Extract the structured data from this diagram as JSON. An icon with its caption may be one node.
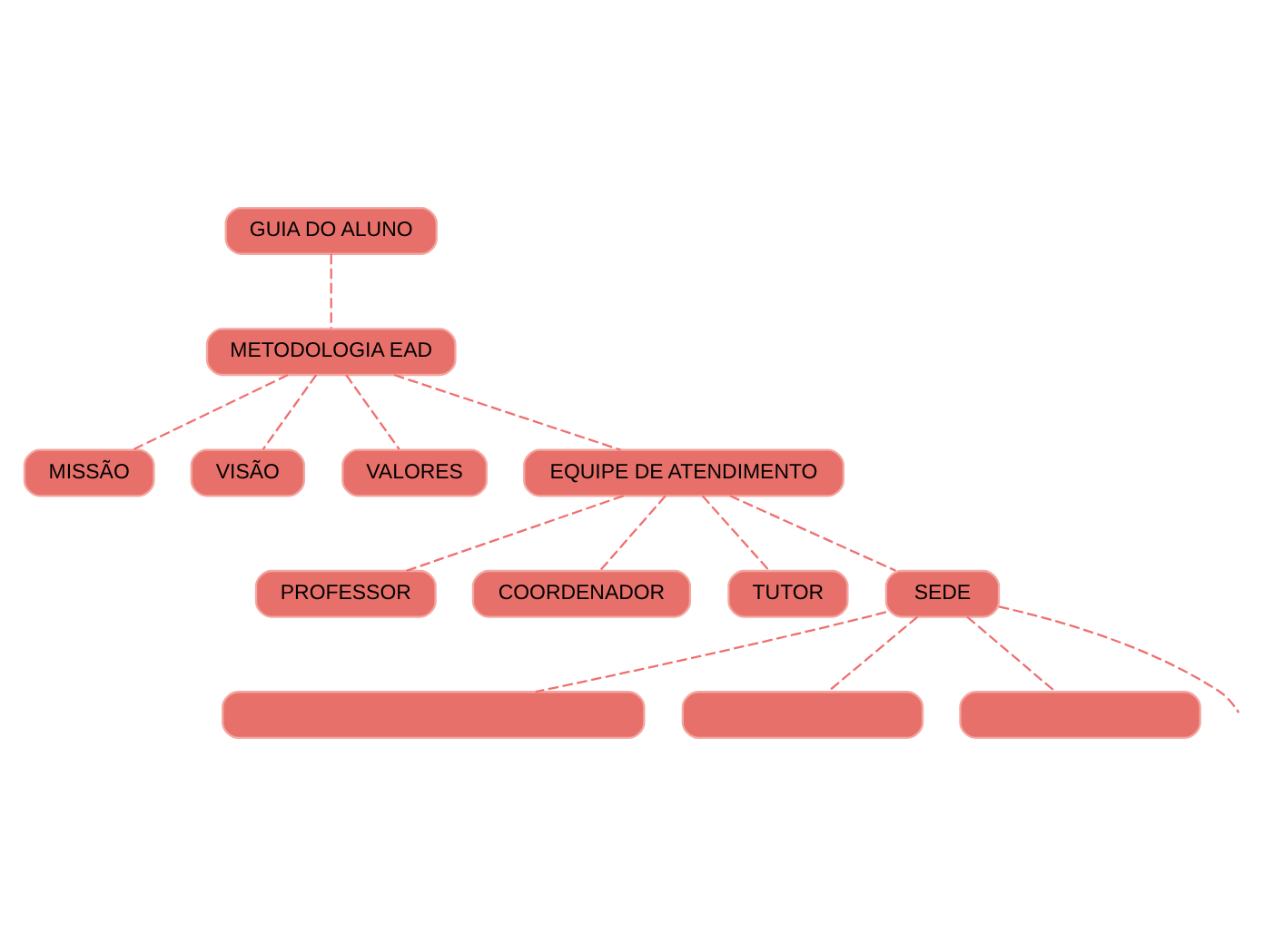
{
  "diagram": {
    "nodes": [
      {
        "text": [
          "GUIA DO ALUNO"
        ]
      },
      {
        "text": [
          "METODOLOGIA EAD"
        ]
      },
      {
        "text": [
          "MISSÃO"
        ]
      },
      {
        "text": [
          "VISÃO"
        ]
      },
      {
        "text": [
          "VALORES"
        ]
      },
      {
        "text": [
          "EQUIPE DE ATENDIMENTO"
        ]
      },
      {
        "text": [
          "PROFESSOR"
        ]
      },
      {
        "text": [
          "COORDENADOR"
        ]
      },
      {
        "text": [
          "TUTOR"
        ]
      },
      {
        "text": [
          "SEDE"
        ]
      },
      {
        "text": [],
        "shape": "box"
      },
      {
        "text": [],
        "shape": "box"
      },
      {
        "text": [],
        "shape": "box"
      }
    ],
    "edges": [
      {
        "from": 0,
        "to": 1,
        "arrow": "none",
        "style": "dashed"
      },
      {
        "from": 1,
        "to": 2,
        "arrow": "none",
        "style": "dashed"
      },
      {
        "from": 1,
        "to": 3,
        "arrow": "none",
        "style": "dashed"
      },
      {
        "from": 1,
        "to": 4,
        "arrow": "none",
        "style": "dashed"
      },
      {
        "from": 1,
        "to": 5,
        "arrow": "none",
        "style": "dashed"
      },
      {
        "from": 5,
        "to": 6,
        "arrow": "none",
        "style": "dashed"
      },
      {
        "from": 5,
        "to": 7,
        "arrow": "none",
        "style": "dashed"
      },
      {
        "from": 5,
        "to": 8,
        "arrow": "none",
        "style": "dashed"
      },
      {
        "from": 5,
        "to": 9,
        "arrow": "none",
        "style": "dashed"
      },
      {
        "from": 9,
        "to": 10,
        "arrow": "none",
        "style": "dashed"
      },
      {
        "from": 9,
        "to": 11,
        "arrow": "none",
        "style": "dashed"
      },
      {
        "from": 9,
        "to": 12,
        "arrow": "none",
        "style": "dashed"
      },
      {
        "from": 9,
        "to": null,
        "arrow": "none",
        "style": "dashed"
      }
    ]
  }
}
